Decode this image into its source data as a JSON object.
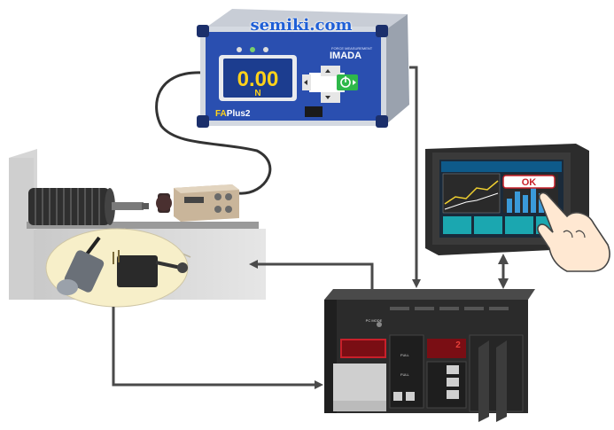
{
  "watermark": "semiki.com",
  "gauge": {
    "maker_small": "FORCE MEASUREMENT",
    "maker": "IMADA",
    "reading_value": "0.00",
    "reading_unit": "N",
    "model_prefix": "FA",
    "model_suffix": "Plus2"
  },
  "touch_panel": {
    "ok_label": "OK"
  },
  "plc": {
    "label_top": "PC MODE",
    "label_mid": "FULL",
    "label_low": "FULL",
    "digit": "2"
  },
  "colors": {
    "gauge_blue": "#2a4fb0",
    "display_blue": "#1c3d8f",
    "reading_yellow": "#ffd21a",
    "power_green": "#2fb84a",
    "plc_body": "#2b2b2b",
    "led_red": "#c8202a",
    "zoom_circle": "#f7efc9",
    "connector_line": "#4a4a4a"
  },
  "icons": [
    "power-icon",
    "arrow-up-icon",
    "arrow-down-icon",
    "arrow-left-icon",
    "arrow-right-icon",
    "hand-pointer-icon"
  ]
}
